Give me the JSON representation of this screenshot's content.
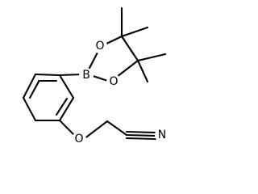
{
  "molecule": {
    "atoms": {
      "boron": "B",
      "ring_oxygen_top": "O",
      "ring_oxygen_bottom": "O",
      "ether_oxygen": "O",
      "nitrile_nitrogen": "N"
    }
  }
}
